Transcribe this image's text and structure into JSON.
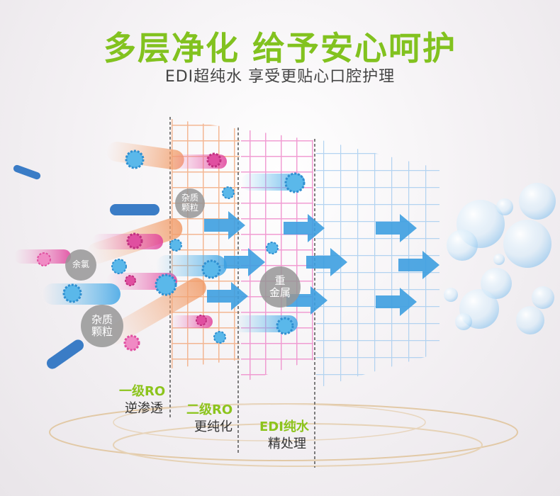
{
  "headline": {
    "title": "多层净化 给予安心呵护",
    "subtitle": "EDI超纯水 享受更贴心口腔护理"
  },
  "particles": {
    "impurity_1": "杂质\n颗粒",
    "residual_chlorine": "余氯",
    "impurity_2": "杂质\n颗粒",
    "heavy_metal": "重\n金属"
  },
  "stages": [
    {
      "name": "一级RO",
      "desc": "逆渗透"
    },
    {
      "name": "二级RO",
      "desc": "更纯化"
    },
    {
      "name": "EDI纯水",
      "desc": "精处理"
    }
  ],
  "colors": {
    "accent_green": "#82c21f",
    "filter_orange": "#f0a070",
    "filter_pink": "#ee88c8",
    "filter_blue": "#8fbde8",
    "arrow_blue": "#3d9ee0"
  }
}
